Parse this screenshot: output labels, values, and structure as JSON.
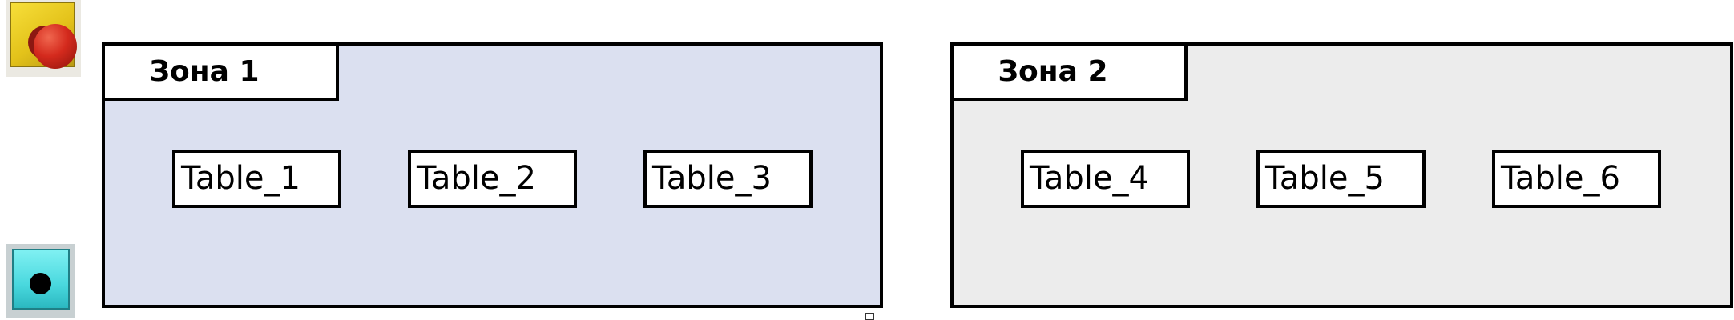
{
  "zones": [
    {
      "title": "Зона 1",
      "tables": [
        "Table_1",
        "Table_2",
        "Table_3"
      ]
    },
    {
      "title": "Зона 2",
      "tables": [
        "Table_4",
        "Table_5",
        "Table_6"
      ]
    }
  ],
  "icons": {
    "top_left": "emergency-stop-icon",
    "bottom_left": "indicator-lamp-icon"
  },
  "colors": {
    "zone1_fill": "#dbe0f0",
    "zone2_fill": "#ececec",
    "stop_button": "#d42a1d",
    "stop_housing": "#e3c21a",
    "lamp": "#49d8de"
  }
}
